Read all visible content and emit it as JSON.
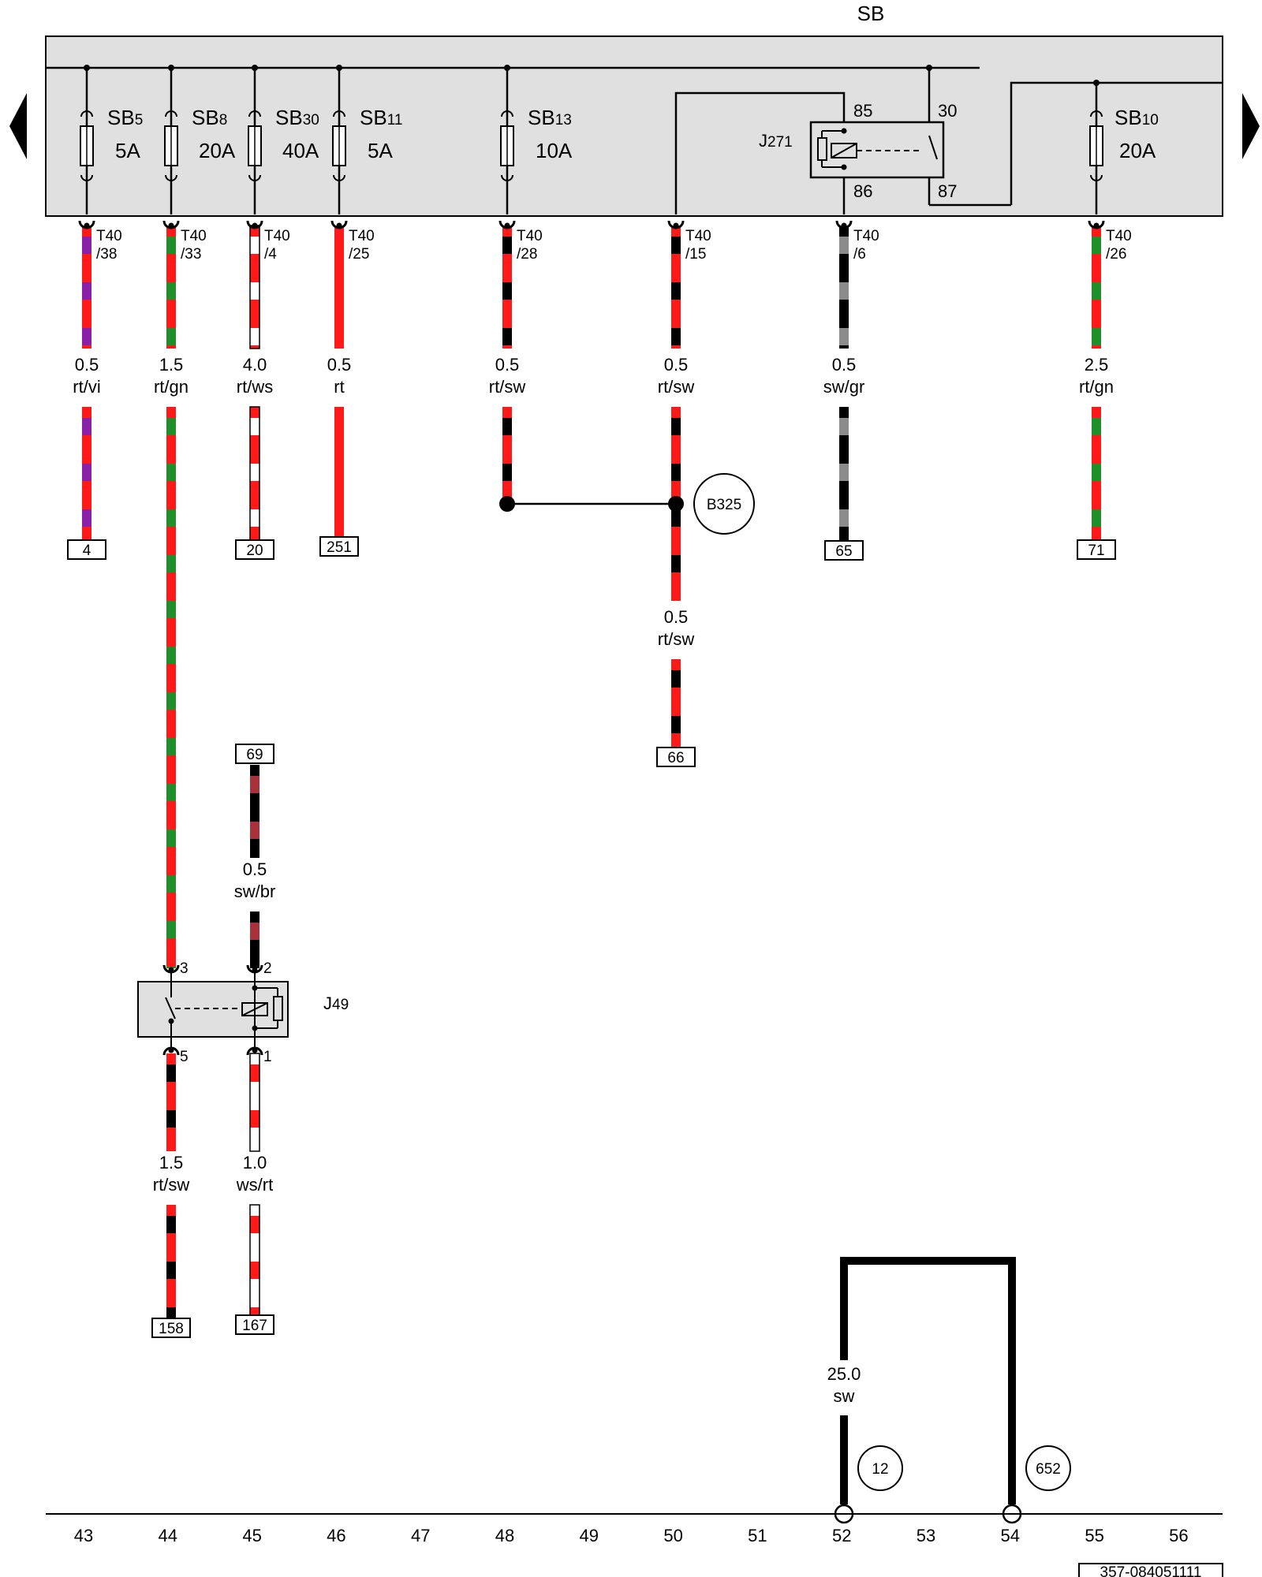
{
  "panel": {
    "title": "SB",
    "bg_color": "#e0e0e0"
  },
  "nav": {
    "left_arrow": "arrow-left-icon",
    "right_arrow": "arrow-right-icon"
  },
  "colors": {
    "rt": "#ff1a1a",
    "sw": "#000000",
    "gn": "#1f8f2a",
    "ws": "#ffffff",
    "vi": "#8a1fa8",
    "gr": "#8c8c8c",
    "br": "#a8323a"
  },
  "fuses": [
    {
      "id": "fuse-sb5",
      "name": "SB",
      "num": "5",
      "rating": "5A"
    },
    {
      "id": "fuse-sb8",
      "name": "SB",
      "num": "8",
      "rating": "20A"
    },
    {
      "id": "fuse-sb30",
      "name": "SB",
      "num": "30",
      "rating": "40A"
    },
    {
      "id": "fuse-sb11",
      "name": "SB",
      "num": "11",
      "rating": "5A"
    },
    {
      "id": "fuse-sb13",
      "name": "SB",
      "num": "13",
      "rating": "10A"
    },
    {
      "id": "fuse-sb10",
      "name": "SB",
      "num": "10",
      "rating": "20A"
    }
  ],
  "relay_j271": {
    "name": "J",
    "num": "271",
    "pins": [
      "85",
      "30",
      "86",
      "87"
    ]
  },
  "connectors": [
    {
      "id": "c38",
      "line1": "T40",
      "line2": "/38"
    },
    {
      "id": "c33",
      "line1": "T40",
      "line2": "/33"
    },
    {
      "id": "c4",
      "line1": "T40",
      "line2": "/4"
    },
    {
      "id": "c25",
      "line1": "T40",
      "line2": "/25"
    },
    {
      "id": "c28",
      "line1": "T40",
      "line2": "/28"
    },
    {
      "id": "c15",
      "line1": "T40",
      "line2": "/15"
    },
    {
      "id": "c6",
      "line1": "T40",
      "line2": "/6"
    },
    {
      "id": "c26",
      "line1": "T40",
      "line2": "/26"
    }
  ],
  "wires": [
    {
      "id": "w43",
      "size": "0.5",
      "color": "rt/vi"
    },
    {
      "id": "w44",
      "size": "1.5",
      "color": "rt/gn"
    },
    {
      "id": "w45",
      "size": "4.0",
      "color": "rt/ws"
    },
    {
      "id": "w46",
      "size": "0.5",
      "color": "rt"
    },
    {
      "id": "w48",
      "size": "0.5",
      "color": "rt/sw"
    },
    {
      "id": "w50",
      "size": "0.5",
      "color": "rt/sw"
    },
    {
      "id": "w52t",
      "size": "0.5",
      "color": "sw/gr"
    },
    {
      "id": "w55",
      "size": "2.5",
      "color": "rt/gn"
    },
    {
      "id": "w50b",
      "size": "0.5",
      "color": "rt/sw"
    },
    {
      "id": "w45b",
      "size": "0.5",
      "color": "sw/br"
    },
    {
      "id": "w44c",
      "size": "1.5",
      "color": "rt/sw"
    },
    {
      "id": "w45c",
      "size": "1.0",
      "color": "ws/rt"
    },
    {
      "id": "wgnd",
      "size": "25.0",
      "color": "sw"
    }
  ],
  "refs": [
    "4",
    "20",
    "251",
    "65",
    "71",
    "66",
    "69",
    "158",
    "167"
  ],
  "connection_point": "B325",
  "relay_j49": {
    "name": "J",
    "num": "49",
    "pins": [
      "3",
      "2",
      "5",
      "1"
    ]
  },
  "ground_points": [
    "12",
    "652"
  ],
  "ruler": [
    "43",
    "44",
    "45",
    "46",
    "47",
    "48",
    "49",
    "50",
    "51",
    "52",
    "53",
    "54",
    "55",
    "56"
  ],
  "doc_id": "357-084051111"
}
